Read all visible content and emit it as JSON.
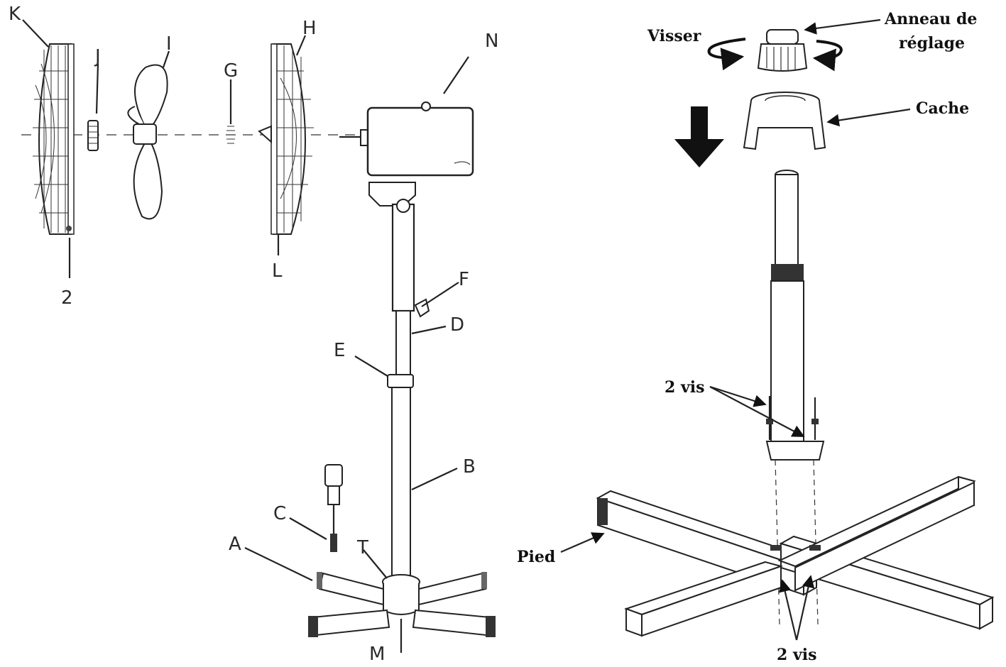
{
  "left_diagram": {
    "labels": {
      "K": "K",
      "J": "J",
      "I": "I",
      "G": "G",
      "H": "H",
      "N": "N",
      "two": "2",
      "L": "L",
      "F": "F",
      "D": "D",
      "E": "E",
      "B": "B",
      "C": "C",
      "A": "A",
      "T": "T",
      "M": "M"
    }
  },
  "right_diagram": {
    "labels": {
      "visser": "Visser",
      "anneau_line1": "Anneau de",
      "anneau_line2": "réglage",
      "cache": "Cache",
      "vis_top": "2 vis",
      "pied": "Pied",
      "vis_bottom": "2 vis"
    }
  }
}
